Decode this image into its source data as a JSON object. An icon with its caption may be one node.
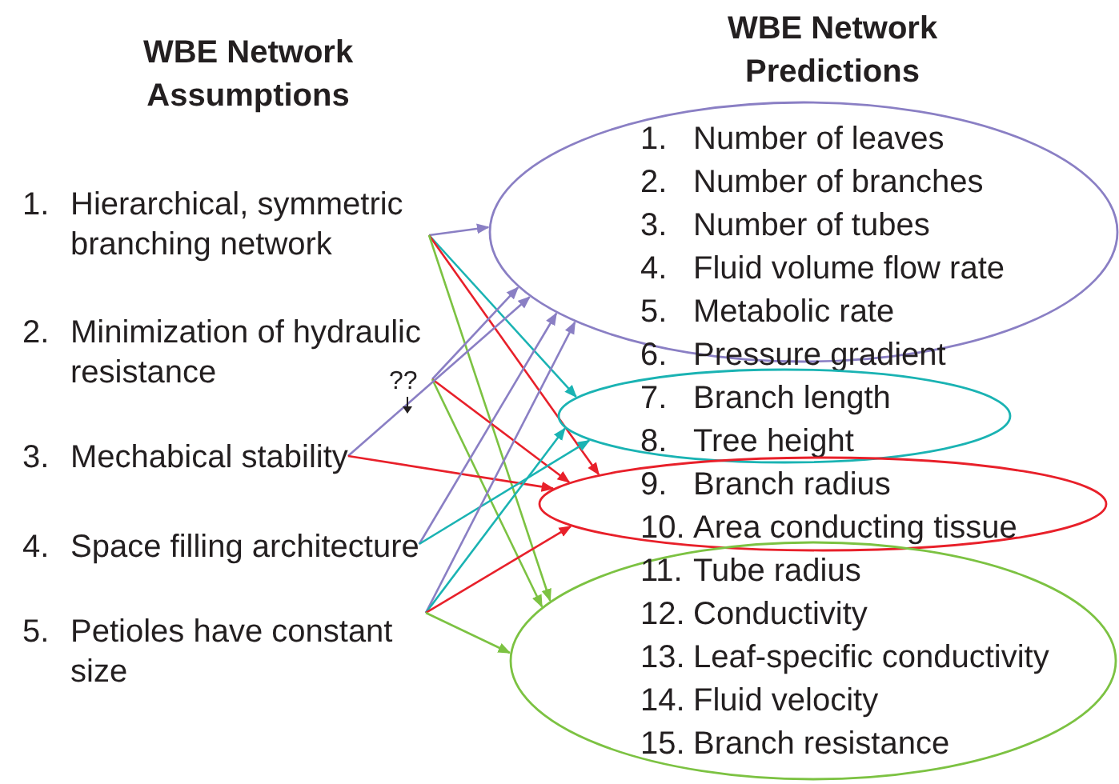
{
  "diagram": {
    "nodes": [
      {
        "text": [
          "1. Hierarchical, symmetric branching network"
        ]
      },
      {
        "text": [
          "2. Minimization of hydraulic resistance"
        ]
      },
      {
        "text": [
          "3. Mechabical stability"
        ]
      },
      {
        "text": [
          "4. Space filling architecture"
        ]
      },
      {
        "text": [
          "5. Petioles have constant size"
        ]
      },
      {
        "text": [
          "1. Number of leaves",
          "2. Number of branches",
          "3. Number of tubes",
          "4. Fluid volume flow rate",
          "5. Metabolic rate",
          "6. Pressure gradient"
        ]
      },
      {
        "text": [
          "7. Branch length",
          "8. Tree height"
        ]
      },
      {
        "text": [
          "9. Branch radius",
          "10. Area conducting tissue"
        ]
      },
      {
        "text": [
          "11. Tube radius",
          "12. Conductivity",
          "13. Leaf-specific conductivity",
          "14. Fluid velocity",
          "15. Branch resistance"
        ]
      }
    ],
    "edges": [
      {
        "from": 0,
        "to": 5,
        "arrow": "to"
      },
      {
        "from": 0,
        "to": 6,
        "arrow": "to",
        "color": "#1ab3b3"
      },
      {
        "from": 0,
        "to": 7,
        "arrow": "to",
        "color": "#e8202a"
      },
      {
        "from": 0,
        "to": 8,
        "arrow": "to",
        "color": "#7cc242"
      },
      {
        "from": 1,
        "to": 5,
        "arrow": "to"
      },
      {
        "from": 1,
        "to": 7,
        "arrow": "to",
        "color": "#e8202a"
      },
      {
        "from": 1,
        "to": 8,
        "arrow": "to",
        "color": "#7cc242"
      },
      {
        "from": 2,
        "to": 5,
        "arrow": "to"
      },
      {
        "from": 2,
        "to": 7,
        "arrow": "to",
        "color": "#e8202a"
      },
      {
        "from": 3,
        "to": 5,
        "arrow": "to"
      },
      {
        "from": 3,
        "to": 6,
        "arrow": "to",
        "color": "#1ab3b3"
      },
      {
        "from": 4,
        "to": 5,
        "arrow": "to"
      },
      {
        "from": 4,
        "to": 6,
        "arrow": "to",
        "color": "#1ab3b3"
      },
      {
        "from": 4,
        "to": 7,
        "arrow": "to",
        "color": "#e8202a"
      },
      {
        "from": 4,
        "to": 8,
        "arrow": "to",
        "color": "#7cc242"
      }
    ],
    "labels": [
      "WBE Network Assumptions",
      "WBE Network Predictions",
      "??"
    ]
  }
}
